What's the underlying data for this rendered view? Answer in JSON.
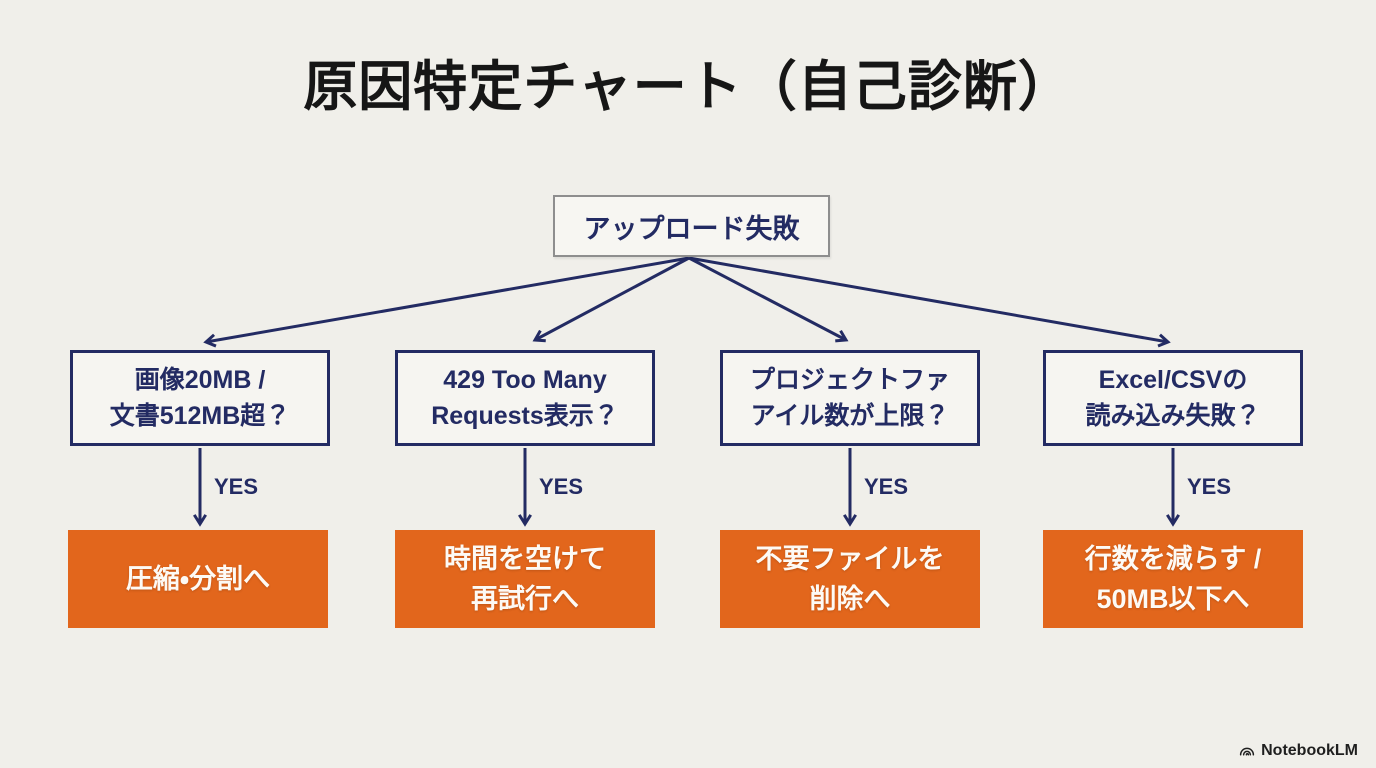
{
  "title": "原因特定チャート（自己診断）",
  "root": {
    "label": "アップロード失敗"
  },
  "colors": {
    "background": "#f0efea",
    "navy": "#232b63",
    "orange": "#e2661c",
    "box_fill": "#f6f5f1",
    "root_border_gray": "#8e8e8e",
    "action_text": "#fdfaf5"
  },
  "branches": [
    {
      "question_line1": "画像20MB /",
      "question_line2": "文書512MB超？",
      "yes": "YES",
      "action_line1": "圧縮・分割へ",
      "action_line2": ""
    },
    {
      "question_line1": "429 Too Many",
      "question_line2": "Requests表示？",
      "yes": "YES",
      "action_line1": "時間を空けて",
      "action_line2": "再試行へ"
    },
    {
      "question_line1": "プロジェクトファ",
      "question_line2": "アイル数が上限？",
      "yes": "YES",
      "action_line1": "不要ファイルを",
      "action_line2": "削除へ"
    },
    {
      "question_line1": "Excel/CSVの",
      "question_line2": "読み込み失敗？",
      "yes": "YES",
      "action_line1": "行数を減らす /",
      "action_line2": "50MB以下へ"
    }
  ],
  "footer": {
    "brand": "NotebookLM"
  }
}
